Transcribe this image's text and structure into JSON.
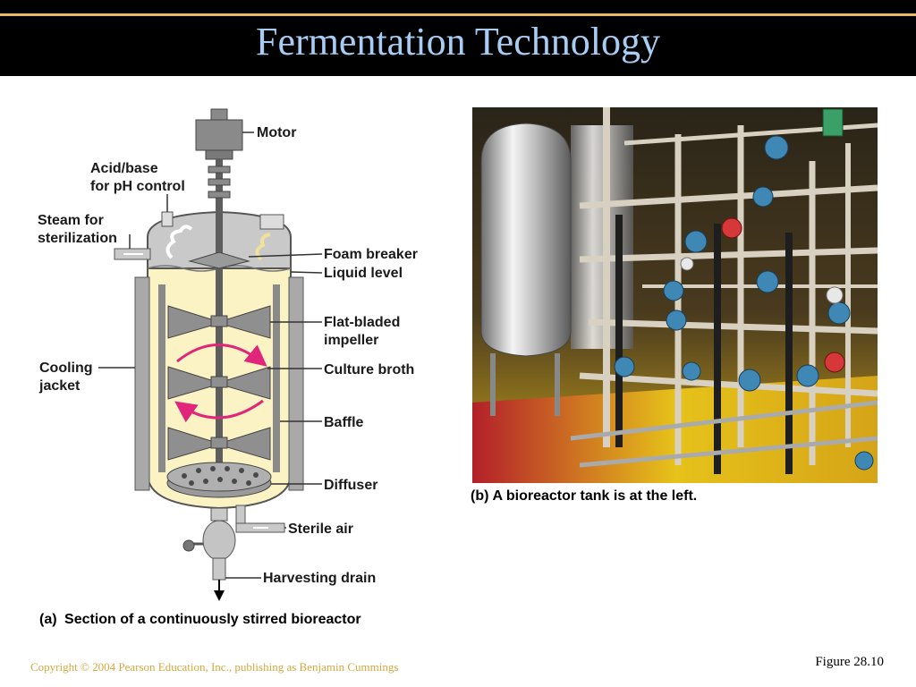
{
  "slide": {
    "title": "Fermentation Technology",
    "copyright": "Copyright © 2004 Pearson Education, Inc., publishing as Benjamin Cummings",
    "figure_number": "Figure 28.10"
  },
  "diagram": {
    "labels": {
      "motor": "Motor",
      "acid_base_1": "Acid/base",
      "acid_base_2": "for pH control",
      "steam_1": "Steam for",
      "steam_2": "sterilization",
      "foam_breaker": "Foam breaker",
      "liquid_level": "Liquid level",
      "impeller_1": "Flat-bladed",
      "impeller_2": "impeller",
      "culture_broth": "Culture broth",
      "cooling_1": "Cooling",
      "cooling_2": "jacket",
      "baffle": "Baffle",
      "diffuser": "Diffuser",
      "sterile_air": "Sterile air",
      "harvesting_drain": "Harvesting drain"
    },
    "caption_tag": "(a)",
    "caption_text": "Section of a continuously stirred bioreactor"
  },
  "photo": {
    "caption_tag": "(b)",
    "caption_text": "A bioreactor tank is at the left."
  },
  "colors": {
    "title": "#a8cdf5",
    "title_rule": "#e8b96a",
    "broth": "#fbf3c4",
    "flow_arrows": "#e0257a",
    "copyright": "#d4a843"
  }
}
